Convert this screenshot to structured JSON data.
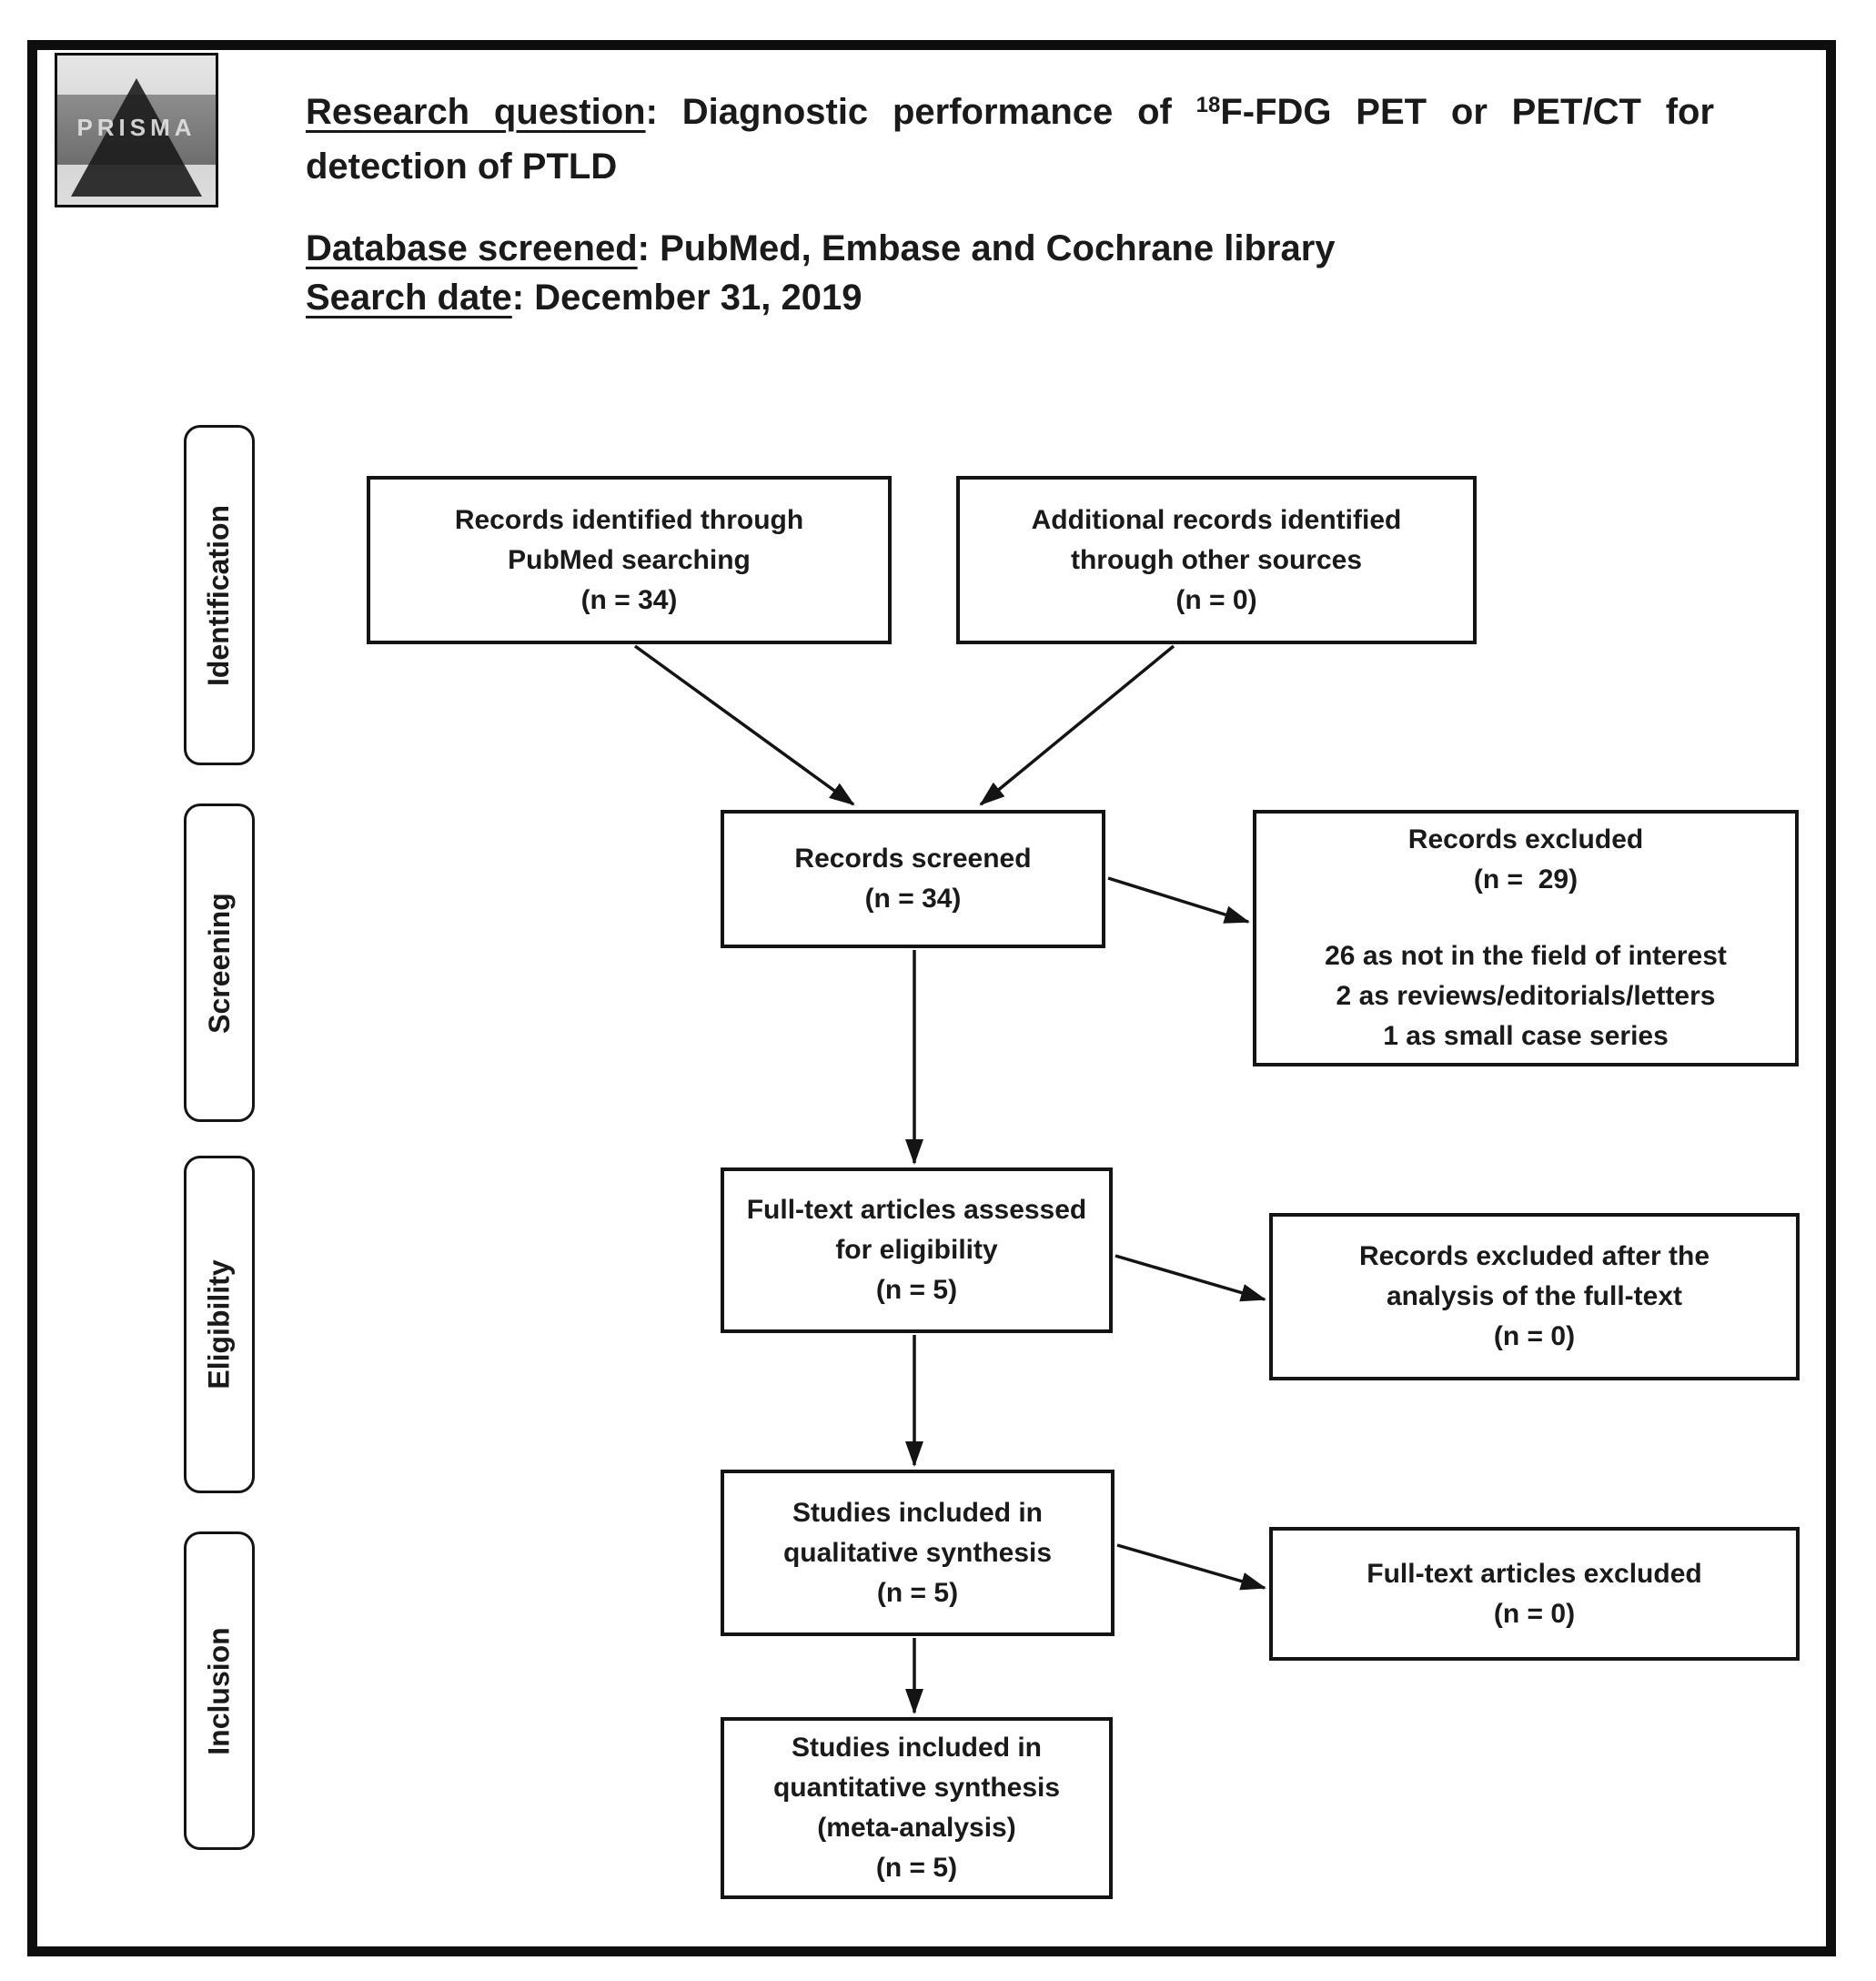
{
  "logo": {
    "text": "PRISMA"
  },
  "header": {
    "line1": {
      "label": "Research question",
      "separator": ": ",
      "text_before_sup": "Diagnostic performance of ",
      "superscript": "18",
      "text_after_sup": "F-FDG PET or PET/CT for"
    },
    "line2": "detection of PTLD",
    "database": {
      "label": "Database screened",
      "text": ": PubMed, Embase and Cochrane library"
    },
    "search": {
      "label": "Search date",
      "text": ": December 31, 2019"
    }
  },
  "stages": {
    "identification": "Identification",
    "screening": "Screening",
    "eligibility": "Eligibility",
    "inclusion": "Inclusion"
  },
  "flowchart": {
    "records_identified": {
      "lines": [
        "Records identified through",
        "PubMed searching",
        "(n = 34)"
      ]
    },
    "additional_records": {
      "lines": [
        "Additional records identified",
        "through other sources",
        "(n = 0)"
      ]
    },
    "records_screened": {
      "lines": [
        "Records screened",
        "(n = 34)"
      ]
    },
    "records_excluded": {
      "title_lines": [
        "Records excluded",
        "(n =  29)"
      ],
      "detail_lines": [
        "26 as not in the field of interest",
        "2 as reviews/editorials/letters",
        "1 as small case series"
      ]
    },
    "fulltext_assessed": {
      "lines": [
        "Full-text articles assessed",
        "for eligibility",
        "(n = 5)"
      ]
    },
    "records_excluded_fulltext": {
      "lines": [
        "Records excluded after the",
        "analysis of the full-text",
        "(n = 0)"
      ]
    },
    "qualitative_synthesis": {
      "lines": [
        "Studies included in",
        "qualitative synthesis",
        "(n = 5)"
      ]
    },
    "fulltext_excluded": {
      "lines": [
        "Full-text articles excluded",
        "(n = 0)"
      ]
    },
    "quantitative_synthesis": {
      "lines": [
        "Studies included in",
        "quantitative synthesis",
        "(meta-analysis)",
        "(n = 5)"
      ]
    }
  },
  "colors": {
    "ink": "#1a1a1a",
    "box_border": "#141414",
    "logo_band": "#787878",
    "background": "#ffffff"
  }
}
